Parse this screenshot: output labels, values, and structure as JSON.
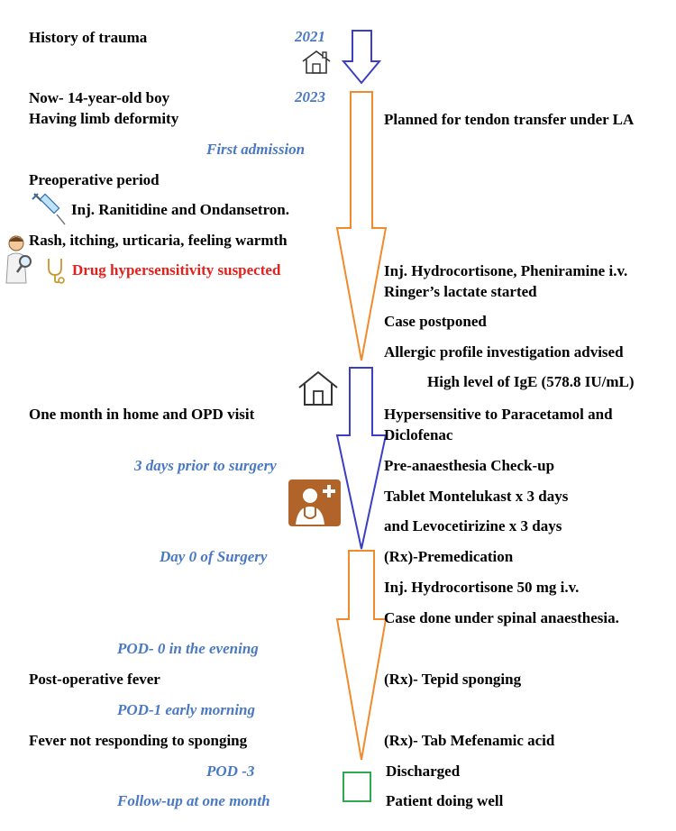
{
  "left": {
    "history": "History of trauma",
    "now_boy": "Now- 14-year-old boy",
    "limb": "Having limb deformity",
    "preop": "Preoperative period",
    "inj_ranitidine": "Inj. Ranitidine and Ondansetron.",
    "rash": "Rash, itching, urticaria, feeling warmth",
    "drug_hyper": "Drug hypersensitivity suspected",
    "one_month": "One month in home and OPD visit",
    "post_fever": "Post-operative fever",
    "fever_not": "Fever not responding to sponging"
  },
  "timeline": {
    "y2021": "2021",
    "y2023": "2023",
    "first_admission": "First admission",
    "three_days": "3 days prior to surgery",
    "day0": "Day 0 of Surgery",
    "pod0": "POD- 0 in the evening",
    "pod1": "POD-1 early morning",
    "pod3": "POD -3",
    "followup": "Follow-up at one month"
  },
  "right": {
    "planned": "Planned for tendon transfer under LA",
    "inj_hydro": "Inj. Hydrocortisone, Pheniramine i.v.",
    "ringer": "Ringer’s lactate started",
    "postponed": "Case postponed",
    "allergic": "Allergic profile investigation advised",
    "ige": "High level of IgE (578.8 IU/mL)",
    "hyper_para": "Hypersensitive to Paracetamol and",
    "diclofenac": "Diclofenac",
    "pac": "Pre-anaesthesia Check-up",
    "montelukast": "Tablet Montelukast x 3 days",
    "levo": "and Levocetirizine x 3 days",
    "premed": "(Rx)-Premedication",
    "inj_hydro50": "Inj. Hydrocortisone 50 mg i.v.",
    "spinal": "Case done under spinal anaesthesia.",
    "tepid": "(Rx)- Tepid sponging",
    "mefenamic": "(Rx)- Tab Mefenamic acid",
    "discharged": "Discharged",
    "doing_well": "Patient doing well"
  },
  "colors": {
    "blue_arrow": "#3a3fc4",
    "orange_arrow": "#f08a2a",
    "green_box": "#2fa84f",
    "label_blue": "#4a79c4",
    "red": "#e3201b",
    "doctor_icon_bg": "#b0642a"
  },
  "icons": [
    "house-icon",
    "syringe-icon",
    "doctor-icon",
    "stethoscope-icon",
    "doctor-badge-icon"
  ]
}
